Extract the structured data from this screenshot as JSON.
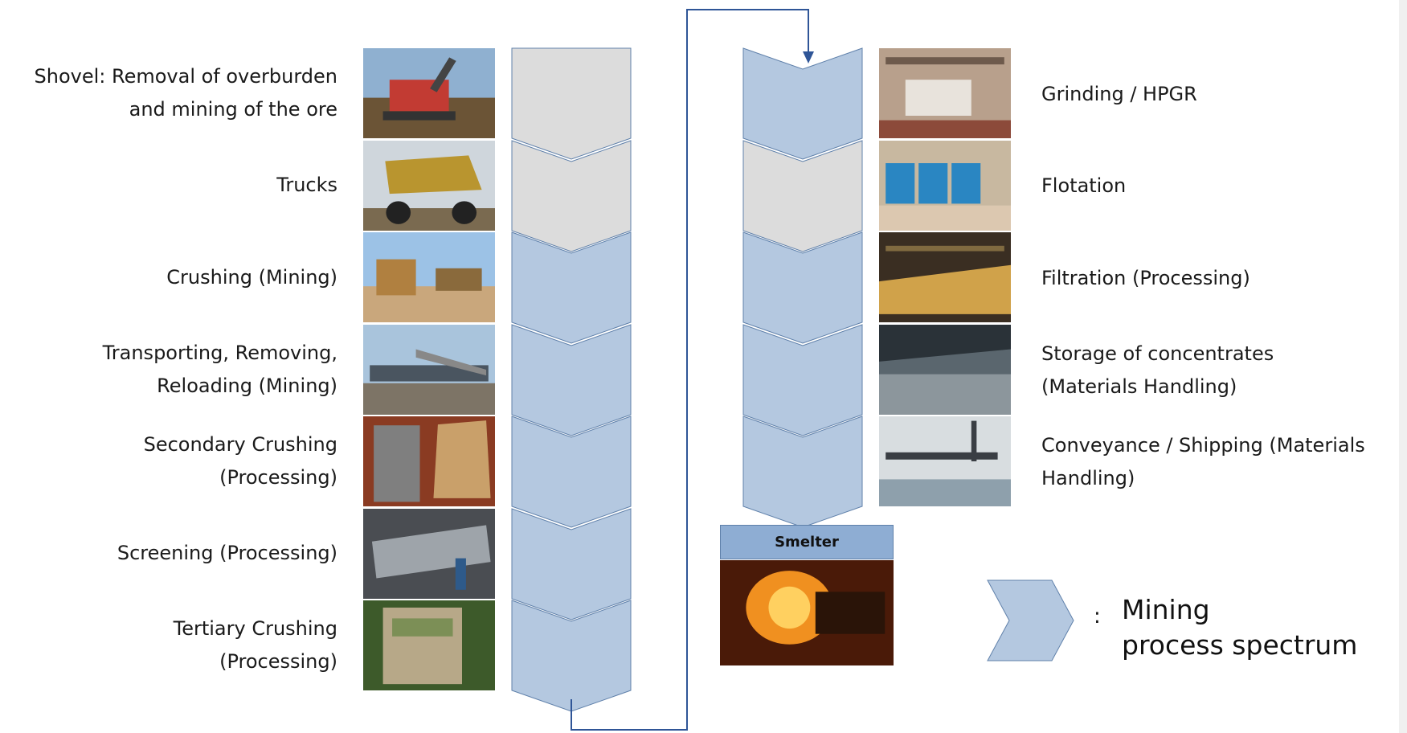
{
  "left_steps": [
    {
      "lines": [
        "Shovel: Removal of overburden",
        "and mining of the ore"
      ],
      "category": "other",
      "photo": "shovel"
    },
    {
      "lines": [
        "Trucks"
      ],
      "category": "other",
      "photo": "truck"
    },
    {
      "lines": [
        "Crushing (Mining)"
      ],
      "category": "mining",
      "photo": "crusher-plant"
    },
    {
      "lines": [
        "Transporting, Removing,",
        "Reloading (Mining)"
      ],
      "category": "mining",
      "photo": "conveyor"
    },
    {
      "lines": [
        "Secondary Crushing",
        "(Processing)"
      ],
      "category": "mining",
      "photo": "cone-crusher"
    },
    {
      "lines": [
        "Screening (Processing)"
      ],
      "category": "mining",
      "photo": "screen"
    },
    {
      "lines": [
        "Tertiary Crushing",
        "(Processing)"
      ],
      "category": "mining",
      "photo": "tertiary-crusher"
    }
  ],
  "right_steps": [
    {
      "lines": [
        "Grinding / HPGR"
      ],
      "category": "mining",
      "photo": "grinding"
    },
    {
      "lines": [
        "Flotation"
      ],
      "category": "other",
      "photo": "flotation"
    },
    {
      "lines": [
        "Filtration (Processing)"
      ],
      "category": "mining",
      "photo": "filtration"
    },
    {
      "lines": [
        "Storage of concentrates",
        "(Materials Handling)"
      ],
      "category": "mining",
      "photo": "storage"
    },
    {
      "lines": [
        "Conveyance / Shipping (Materials",
        "Handling)"
      ],
      "category": "mining",
      "photo": "shiploader"
    }
  ],
  "smelter": {
    "label": "Smelter",
    "photo": "smelter-furnace"
  },
  "legend": {
    "colon": ":",
    "lines": [
      "Mining",
      "process spectrum"
    ]
  },
  "colors": {
    "mining_fill": "#b4c8e0",
    "other_fill": "#dcdcdc",
    "chevron_stroke": "#5f80aa",
    "connector": "#2f5597",
    "smelter_header": "#8eadd3"
  }
}
